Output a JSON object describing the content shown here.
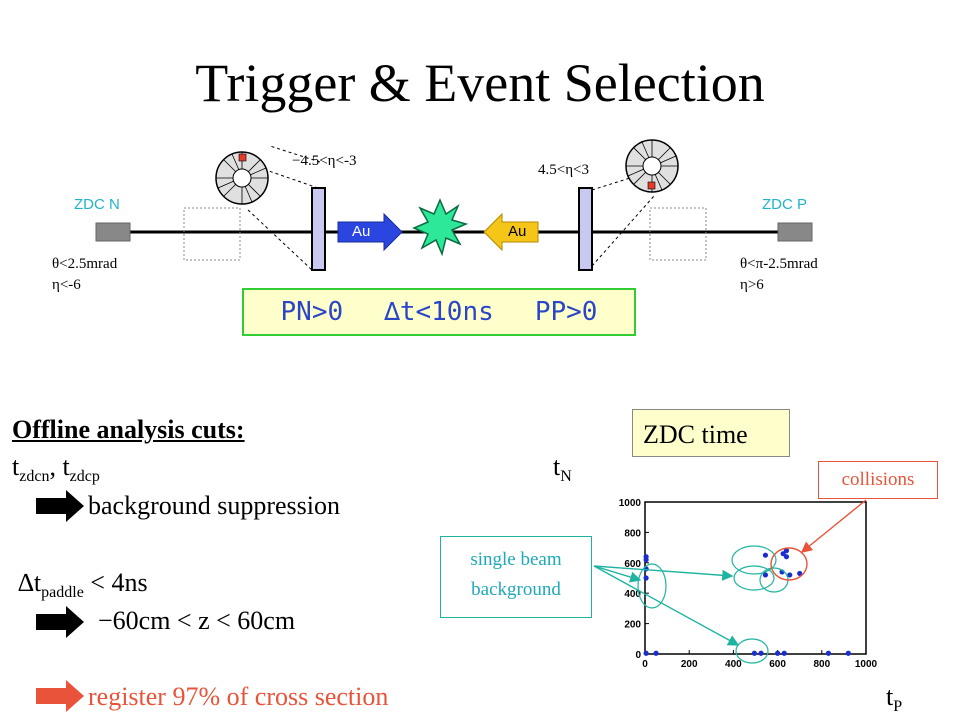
{
  "title": "Trigger & Event Selection",
  "detector": {
    "zdc_n": "ZDC N",
    "zdc_p": "ZDC P",
    "beam_left": "Au",
    "beam_right": "Au",
    "bbc_left_eta": "−4.5<η<-3",
    "bbc_right_eta": "4.5<η<3",
    "theta_left": "θ<2.5mrad",
    "eta_left": "η<-6",
    "theta_right": "θ<π-2.5mrad",
    "eta_right": "η>6"
  },
  "trigger": {
    "pn": "PN>0",
    "dt": "∆t<10ns",
    "pp": "PP>0"
  },
  "cuts": {
    "header": "Offline analysis cuts:",
    "line1_t": "t",
    "line1_sub1": "zdcn",
    "line1_mid": ", t",
    "line1_sub2": "zdcp",
    "result1": "background suppression",
    "line2_delta": "∆t",
    "line2_sub": "paddle",
    "line2_rest": " < 4ns",
    "result2": "−60cm < z < 60cm",
    "result3": "register 97% of cross section"
  },
  "plot": {
    "box_label": "ZDC time",
    "y_axis": "t",
    "y_axis_sub": "N",
    "x_axis": "t",
    "x_axis_sub": "P",
    "collisions": "collisions",
    "single_beam_1": "single beam",
    "single_beam_2": "background",
    "x_ticks": [
      "0",
      "200",
      "400",
      "600",
      "800",
      "1000"
    ],
    "y_ticks": [
      "0",
      "200",
      "400",
      "600",
      "800",
      "1000"
    ]
  },
  "chart_data": {
    "type": "scatter",
    "xlabel": "tP",
    "ylabel": "tN",
    "xlim": [
      0,
      1000
    ],
    "ylim": [
      0,
      1000
    ],
    "points": [
      [
        5,
        640
      ],
      [
        5,
        620
      ],
      [
        5,
        560
      ],
      [
        5,
        500
      ],
      [
        5,
        5
      ],
      [
        545,
        650
      ],
      [
        625,
        660
      ],
      [
        640,
        640
      ],
      [
        640,
        680
      ],
      [
        545,
        520
      ],
      [
        620,
        540
      ],
      [
        655,
        520
      ],
      [
        700,
        530
      ],
      [
        920,
        5
      ],
      [
        50,
        5
      ],
      [
        495,
        5
      ],
      [
        525,
        5
      ],
      [
        600,
        5
      ],
      [
        630,
        5
      ],
      [
        830,
        5
      ]
    ],
    "colors": {
      "points": "#1a2ed0",
      "collisions": "#e8533a",
      "single_beam": "#1fb4a0"
    }
  }
}
